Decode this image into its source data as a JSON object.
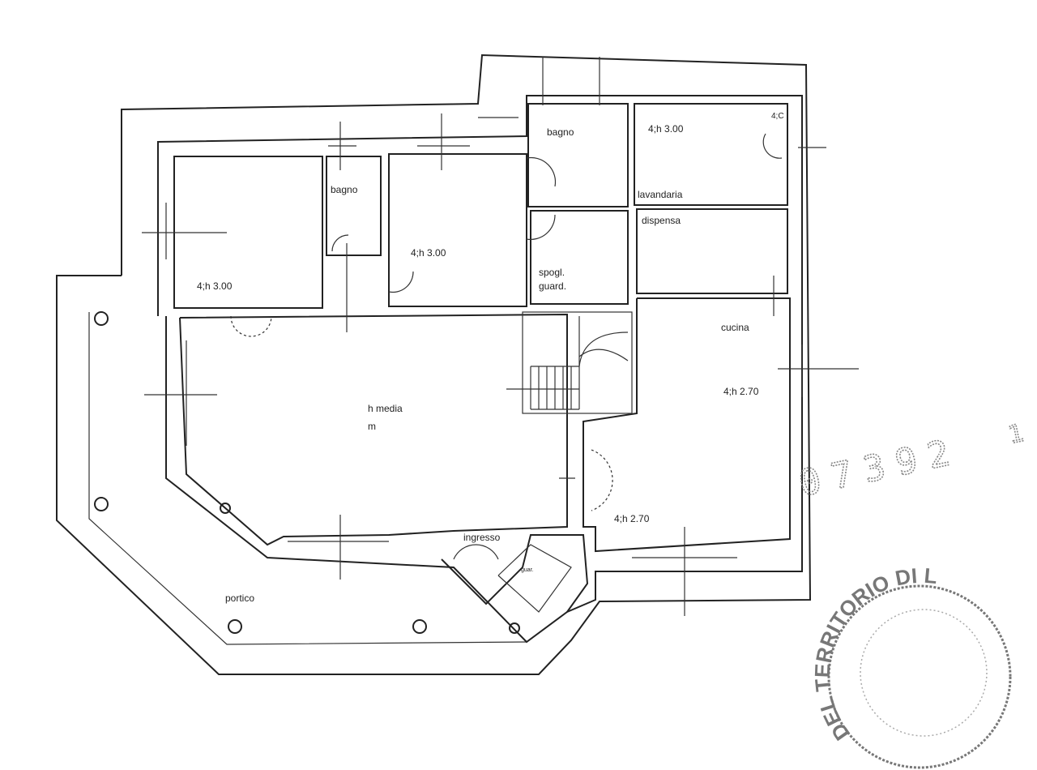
{
  "rooms": {
    "bagno_main": "bagno",
    "lavandaria_height": "4;h 3.00",
    "lavandaria_small": "4;C",
    "lavandaria": "lavandaria",
    "bagno_small": "bagno",
    "bedroom_center_height": "4;h 3.00",
    "bedroom_left_height": "4;h 3.00",
    "dispensa": "dispensa",
    "spogliatoio_1": "spogl.",
    "spogliatoio_2": "guard.",
    "cucina": "cucina",
    "cucina_height_1": "4;h 2.70",
    "cucina_height_2": "4;h 2.70",
    "living_1": "h media",
    "living_2": "m",
    "ingresso": "ingresso",
    "guardaroba": "guar.",
    "portico": "portico"
  },
  "stamp": {
    "number": "07392",
    "suffix": "1",
    "seal_text": "DEL TERRITORIO DI L..."
  }
}
